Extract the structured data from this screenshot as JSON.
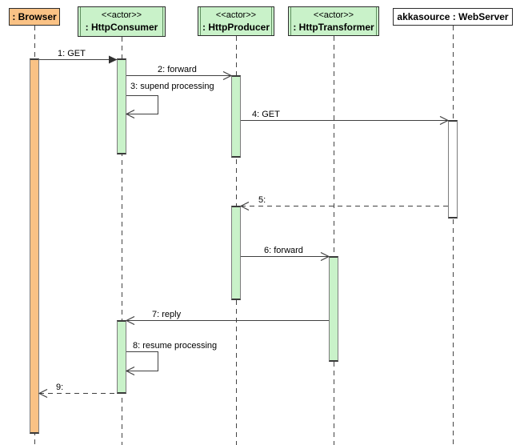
{
  "diagram": {
    "type": "uml-sequence-diagram",
    "colors": {
      "object_fill": "#fac285",
      "actor_fill": "#c9f2c9",
      "external_fill": "#ffffff",
      "line": "#404040",
      "box_border": "#2d2d2d"
    },
    "participants": [
      {
        "id": "browser",
        "stereotype": "",
        "name": ": Browser",
        "kind": "object"
      },
      {
        "id": "httpconsumer",
        "stereotype": "<<actor>>",
        "name": ": HttpConsumer",
        "kind": "actor"
      },
      {
        "id": "httpproducer",
        "stereotype": "<<actor>>",
        "name": ": HttpProducer",
        "kind": "actor"
      },
      {
        "id": "httptransformer",
        "stereotype": "<<actor>>",
        "name": ": HttpTransformer",
        "kind": "actor"
      },
      {
        "id": "webserver",
        "stereotype": "",
        "name": "akkasource : WebServer",
        "kind": "object"
      }
    ],
    "messages": [
      {
        "seq": "1",
        "label": "1: GET",
        "from": "browser",
        "to": "httpconsumer",
        "line": "solid",
        "arrowhead": "filled"
      },
      {
        "seq": "2",
        "label": "2: forward",
        "from": "httpconsumer",
        "to": "httpproducer",
        "line": "solid",
        "arrowhead": "open"
      },
      {
        "seq": "3",
        "label": "3: supend processing",
        "from": "httpconsumer",
        "to": "httpconsumer",
        "line": "solid",
        "arrowhead": "open",
        "self": true
      },
      {
        "seq": "4",
        "label": "4: GET",
        "from": "httpproducer",
        "to": "webserver",
        "line": "solid",
        "arrowhead": "open"
      },
      {
        "seq": "5",
        "label": "5:",
        "from": "webserver",
        "to": "httpproducer",
        "line": "dashed",
        "arrowhead": "open"
      },
      {
        "seq": "6",
        "label": "6: forward",
        "from": "httpproducer",
        "to": "httptransformer",
        "line": "solid",
        "arrowhead": "open"
      },
      {
        "seq": "7",
        "label": "7: reply",
        "from": "httptransformer",
        "to": "httpconsumer",
        "line": "solid",
        "arrowhead": "open"
      },
      {
        "seq": "8",
        "label": "8: resume processing",
        "from": "httpconsumer",
        "to": "httpconsumer",
        "line": "solid",
        "arrowhead": "open",
        "self": true
      },
      {
        "seq": "9",
        "label": "9:",
        "from": "httpconsumer",
        "to": "browser",
        "line": "dashed",
        "arrowhead": "open"
      }
    ]
  }
}
